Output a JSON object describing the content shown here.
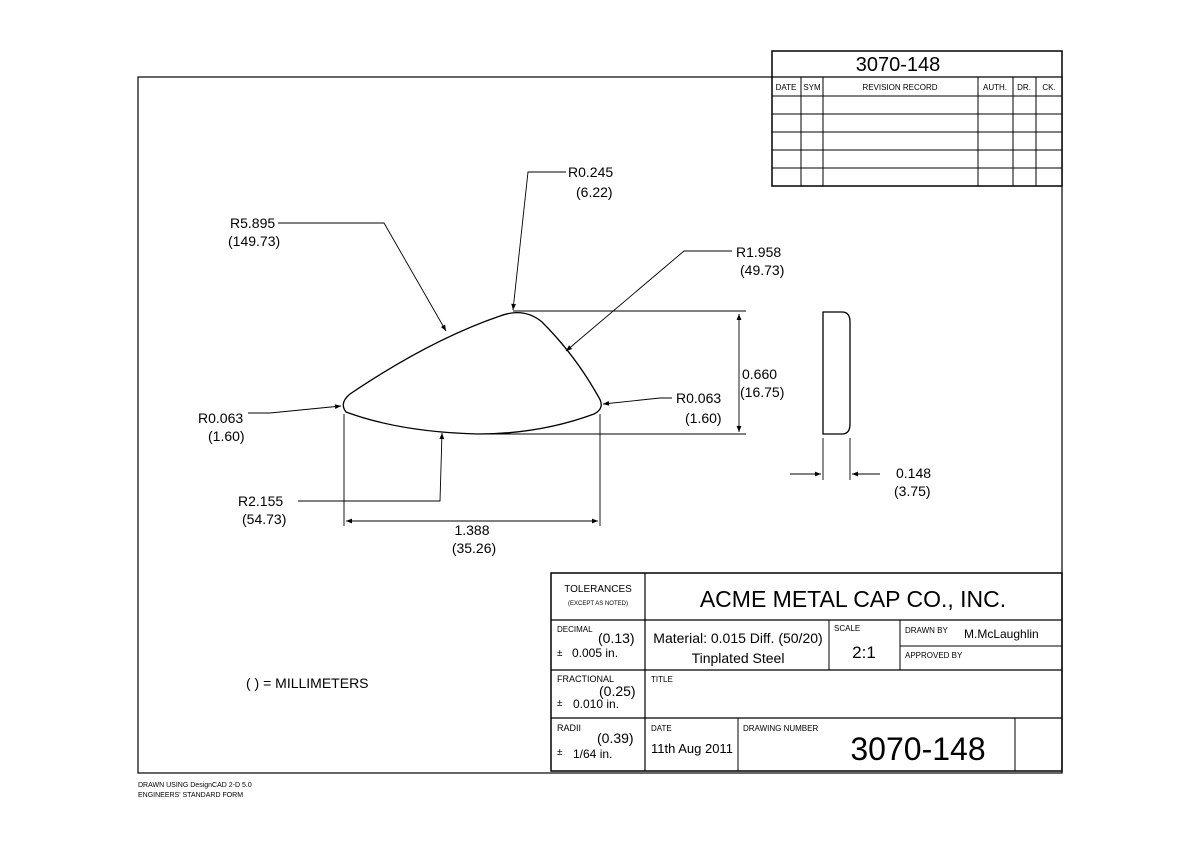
{
  "revision_block": {
    "number": "3070-148",
    "headers": [
      "DATE",
      "SYM",
      "REVISION RECORD",
      "AUTH.",
      "DR.",
      "CK."
    ]
  },
  "dimensions": {
    "r_top": [
      "R0.245",
      "(6.22)"
    ],
    "r_left_arc": [
      "R5.895",
      "(149.73)"
    ],
    "r_right_arc": [
      "R1.958",
      "(49.73)"
    ],
    "r_left_tip": [
      "R0.063",
      "(1.60)"
    ],
    "r_right_tip": [
      "R0.063",
      "(1.60)"
    ],
    "r_bottom": [
      "R2.155",
      "(54.73)"
    ],
    "height": [
      "0.660",
      "(16.75)"
    ],
    "width": [
      "1.388",
      "(35.26)"
    ],
    "thickness": [
      "0.148",
      "(3.75)"
    ]
  },
  "note": "( ) = MILLIMETERS",
  "title_block": {
    "tolerances_label": "TOLERANCES",
    "tolerances_sub": "(EXCEPT AS NOTED)",
    "company": "ACME METAL CAP CO., INC.",
    "decimal_label": "DECIMAL",
    "decimal_mm": "(0.13)",
    "decimal_value": "0.005 in.",
    "fractional_label": "FRACTIONAL",
    "fractional_mm": "(0.25)",
    "fractional_value": "0.010 in.",
    "radii_label": "RADII",
    "radii_mm": "(0.39)",
    "radii_value": "1/64 in.",
    "plus_minus": "±",
    "material_line1": "Material: 0.015 Diff. (50/20)",
    "material_line2": "Tinplated Steel",
    "scale_label": "SCALE",
    "scale_value": "2:1",
    "drawn_by_label": "DRAWN BY",
    "drawn_by_value": "M.McLaughlin",
    "approved_by_label": "APPROVED BY",
    "title_label": "TITLE",
    "date_label": "DATE",
    "date_value": "11th Aug 2011",
    "drawing_number_label": "DRAWING NUMBER",
    "drawing_number_value": "3070-148"
  },
  "footer": {
    "line1": "DRAWN USING DesignCAD 2-D 5.0",
    "line2": "ENGINEERS' STANDARD FORM"
  }
}
